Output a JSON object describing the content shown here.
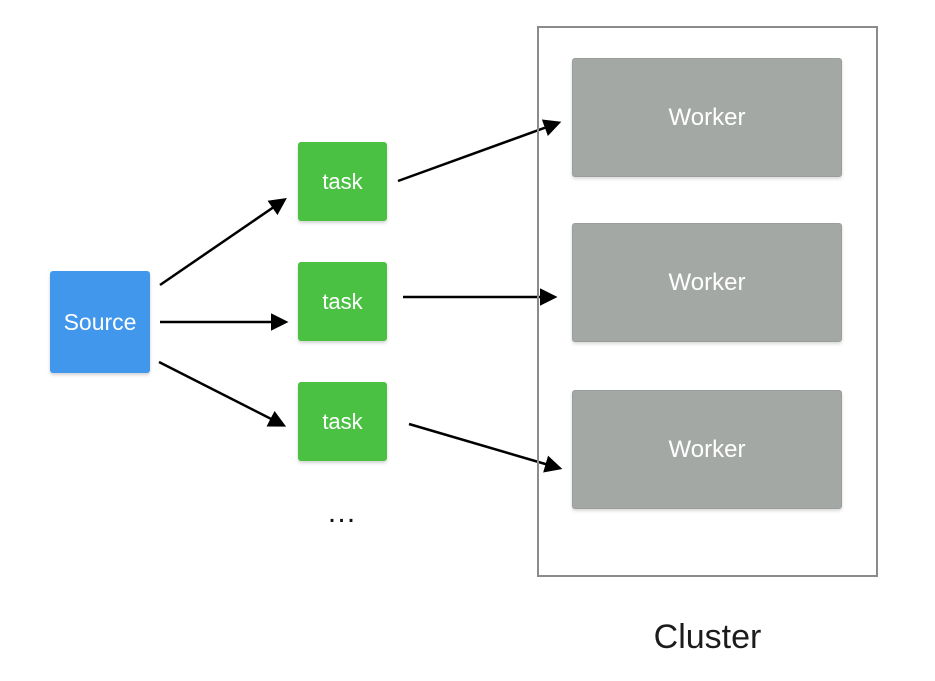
{
  "source": {
    "label": "Source"
  },
  "tasks": [
    {
      "label": "task"
    },
    {
      "label": "task"
    },
    {
      "label": "task"
    }
  ],
  "tasks_ellipsis": "…",
  "cluster": {
    "label": "Cluster",
    "workers": [
      {
        "label": "Worker"
      },
      {
        "label": "Worker"
      },
      {
        "label": "Worker"
      }
    ]
  },
  "connections": [
    {
      "from": "source",
      "to": "task-1"
    },
    {
      "from": "source",
      "to": "task-2"
    },
    {
      "from": "source",
      "to": "task-3"
    },
    {
      "from": "task-1",
      "to": "worker-1"
    },
    {
      "from": "task-2",
      "to": "worker-2"
    },
    {
      "from": "task-3",
      "to": "worker-3"
    }
  ],
  "colors": {
    "source_fill": "#4097ec",
    "task_fill": "#4bc144",
    "worker_fill": "#a4a8a5",
    "cluster_border": "#8b8b8b",
    "arrow": "#000000",
    "box_text": "#ffffff",
    "label_text": "#1c1c1c"
  }
}
